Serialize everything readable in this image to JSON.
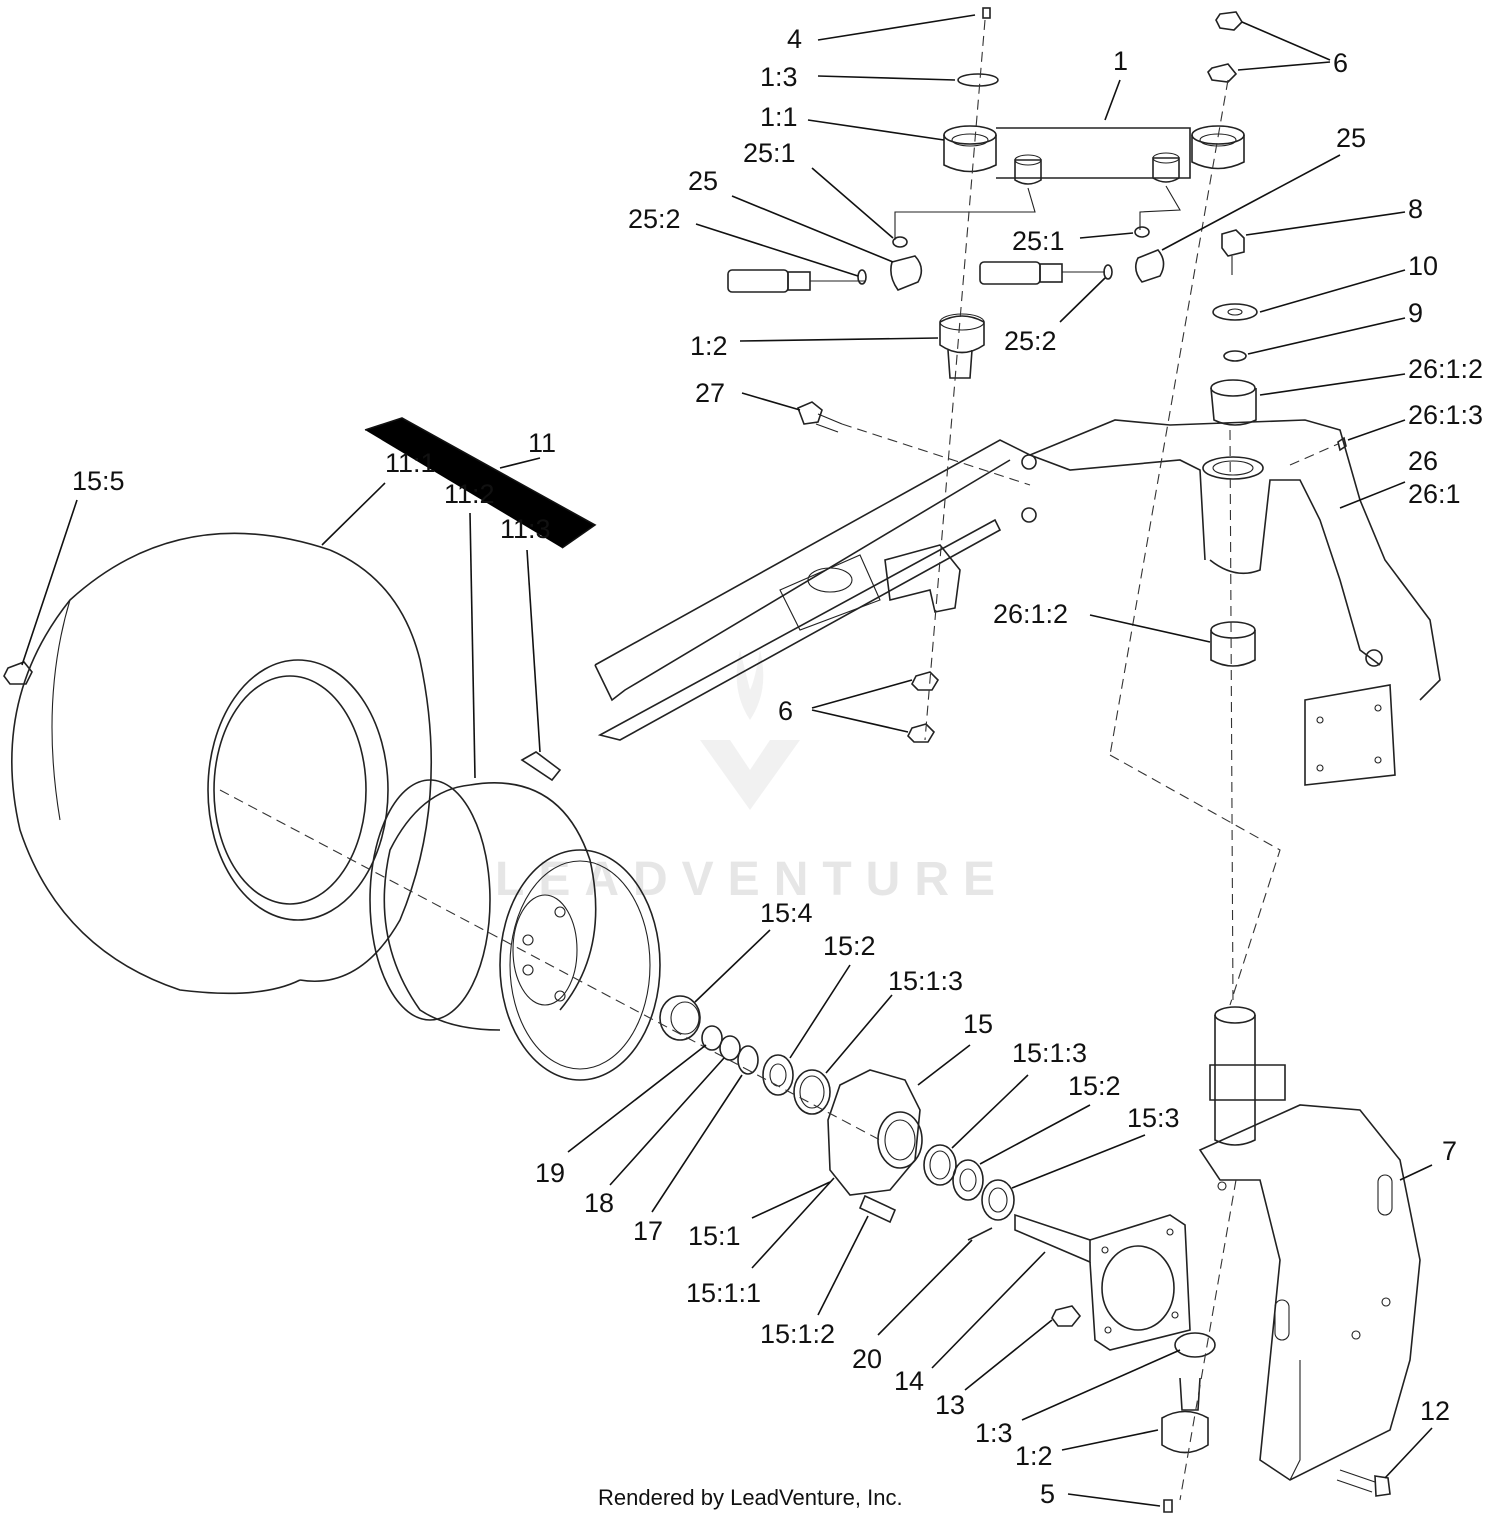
{
  "diagram": {
    "labels": {
      "l4": "4",
      "l1_3_top": "1:3",
      "l1": "1",
      "l6_top": "6",
      "l1_1": "1:1",
      "l25_1_left": "25:1",
      "l25_left": "25",
      "l25_2_left": "25:2",
      "l25_right": "25",
      "l25_1_right": "25:1",
      "l25_2_right": "25:2",
      "l8": "8",
      "l10": "10",
      "l9": "9",
      "l26_1_2_top": "26:1:2",
      "l26_1_3": "26:1:3",
      "l26": "26",
      "l26_1": "26:1",
      "l1_2_top": "1:2",
      "l27": "27",
      "l11": "11",
      "l11_1": "11:1",
      "l11_2": "11:2",
      "l11_3": "11:3",
      "l15_5": "15:5",
      "l26_1_2_mid": "26:1:2",
      "l6_mid": "6",
      "l15_4": "15:4",
      "l15_2_top": "15:2",
      "l15_1_3_top": "15:1:3",
      "l15": "15",
      "l15_1_3_bot": "15:1:3",
      "l15_2_bot": "15:2",
      "l15_3": "15:3",
      "l7": "7",
      "l19": "19",
      "l18": "18",
      "l17": "17",
      "l15_1": "15:1",
      "l15_1_1": "15:1:1",
      "l15_1_2": "15:1:2",
      "l20": "20",
      "l14": "14",
      "l13": "13",
      "l1_3_bot": "1:3",
      "l1_2_bot": "1:2",
      "l12": "12",
      "l5": "5"
    },
    "watermark": "LEADVENTURE",
    "footer": "Rendered by LeadVenture, Inc."
  }
}
